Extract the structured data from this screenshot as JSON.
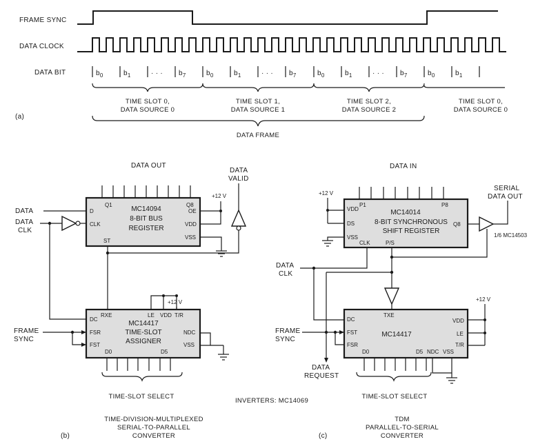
{
  "timing": {
    "label_a": "(a)",
    "frame_sync": "FRAME SYNC",
    "data_clock": "DATA CLOCK",
    "data_bit": "DATA BIT",
    "bit_labels": [
      "b0",
      "b1",
      "· · ·",
      "b7",
      "b0",
      "b1",
      "· · ·",
      "b7",
      "b0",
      "b1",
      "· · ·",
      "b7",
      "b0",
      "b1"
    ],
    "slots": [
      {
        "line1": "TIME SLOT 0,",
        "line2": "DATA SOURCE 0"
      },
      {
        "line1": "TIME SLOT 1,",
        "line2": "DATA SOURCE 1"
      },
      {
        "line1": "TIME SLOT 2,",
        "line2": "DATA SOURCE 2"
      },
      {
        "line1": "TIME SLOT 0,",
        "line2": "DATA SOURCE 0"
      }
    ],
    "data_frame": "DATA FRAME"
  },
  "circuit_b": {
    "label": "(b)",
    "data_out": "DATA OUT",
    "data_valid_1": "DATA",
    "data_valid_2": "VALID",
    "plus12_top": "+12 V",
    "plus12_bottom": "+12 V",
    "data": "DATA",
    "data_clk_1": "DATA",
    "data_clk_2": "CLK",
    "frame_sync_1": "FRAME",
    "frame_sync_2": "SYNC",
    "reg": {
      "name": "MC14094",
      "desc": "8-BIT BUS",
      "desc2": "REGISTER",
      "q1": "Q1",
      "q8": "Q8",
      "d": "D",
      "clk": "CLK",
      "st": "ST",
      "oe": "OE",
      "vdd": "VDD",
      "vss": "VSS"
    },
    "tsa": {
      "name": "MC14417",
      "desc": "TIME-SLOT",
      "desc2": "ASSIGNER",
      "rxe": "RXE",
      "le": "LE",
      "vdd": "VDD",
      "tr": "T/R",
      "dc": "DC",
      "fsr": "FSR",
      "fst": "FST",
      "d0": "D0",
      "d5": "D5",
      "ndc": "NDC",
      "vss": "VSS"
    },
    "time_slot_select": "TIME-SLOT SELECT",
    "caption_1": "TIME-DIVISION-MULTIPLEXED",
    "caption_2": "SERIAL-TO-PARALLEL",
    "caption_3": "CONVERTER"
  },
  "inverters_note": "INVERTERS: MC14069",
  "circuit_c": {
    "label": "(c)",
    "data_in": "DATA IN",
    "serial_out_1": "SERIAL",
    "serial_out_2": "DATA OUT",
    "plus12_left": "+12 V",
    "plus12_right": "+12 V",
    "buffer_note": "1/6 MC14503",
    "data_clk_1": "DATA",
    "data_clk_2": "CLK",
    "frame_sync_1": "FRAME",
    "frame_sync_2": "SYNC",
    "data_request_1": "DATA",
    "data_request_2": "REQUEST",
    "sr": {
      "name": "MC14014",
      "desc": "8-BIT SYNCHRONOUS",
      "desc2": "SHIFT REGISTER",
      "vdd": "VDD",
      "p1": "P1",
      "p8": "P8",
      "ds": "DS",
      "q8": "Q8",
      "vss": "VSS",
      "clk": "CLK",
      "ps": "P/S"
    },
    "tsa": {
      "name": "MC14417",
      "txe": "TXE",
      "dc": "DC",
      "fst": "FST",
      "fsr": "FSR",
      "d0": "D0",
      "d5": "D5",
      "ndc": "NDC",
      "vss": "VSS",
      "vdd": "VDD",
      "le": "LE",
      "tr": "T/R"
    },
    "time_slot_select": "TIME-SLOT SELECT",
    "caption_1": "TDM",
    "caption_2": "PARALLEL-TO-SERIAL",
    "caption_3": "CONVERTER"
  }
}
